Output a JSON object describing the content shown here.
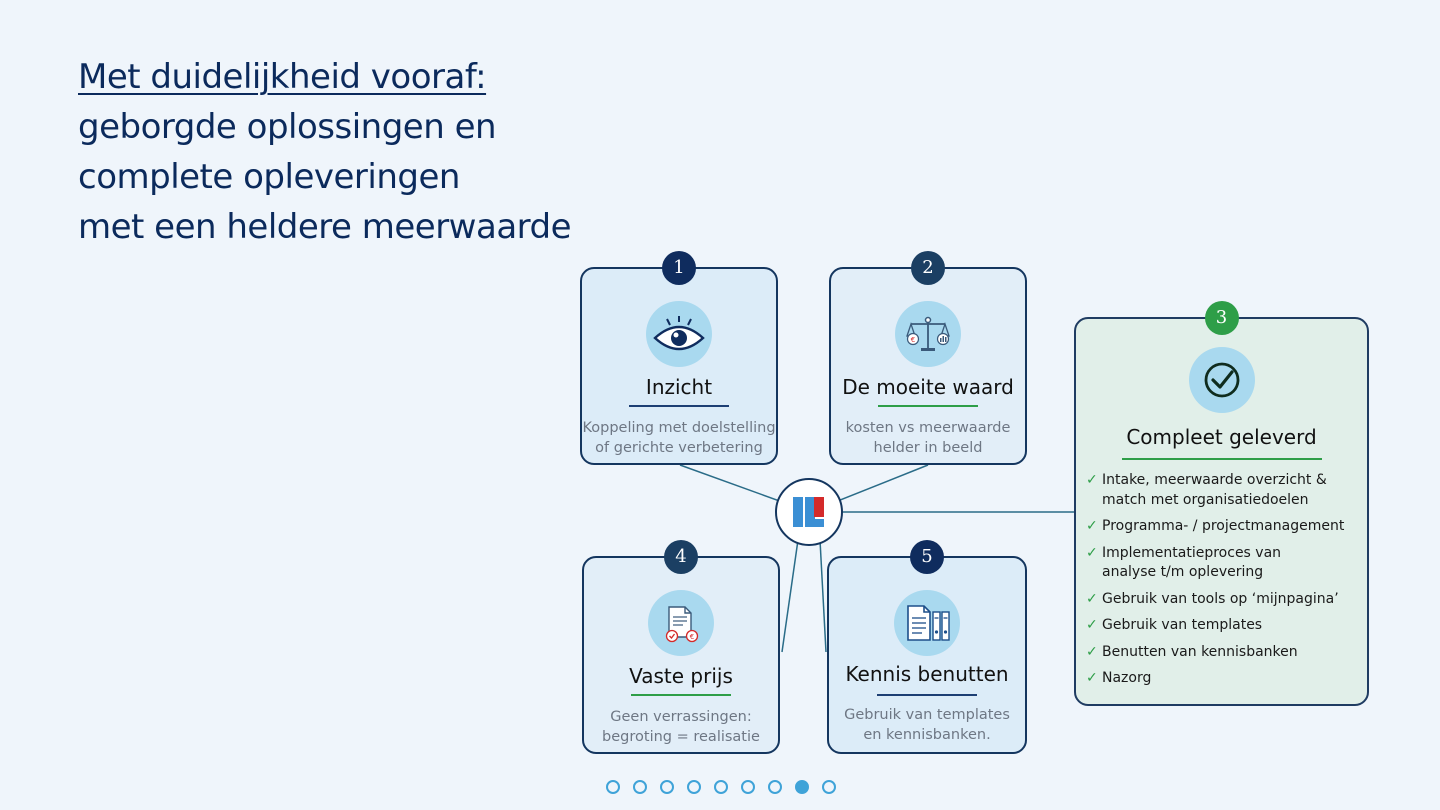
{
  "headline": {
    "line1": "Met duidelijkheid vooraf:",
    "line2": "geborgde oplossingen en",
    "line3": "complete opleveringen",
    "line4": "met een heldere meerwaarde"
  },
  "cards": [
    {
      "number": "1",
      "title": "Inzicht",
      "desc1": "Koppeling met doelstelling",
      "desc2": "of gerichte verbetering",
      "icon": "eye-icon"
    },
    {
      "number": "2",
      "title": "De moeite waard",
      "desc1": "kosten vs meerwaarde",
      "desc2": "helder in beeld",
      "icon": "scale-icon"
    },
    {
      "number": "3",
      "title": "Compleet geleverd",
      "icon": "check-circle-icon",
      "checklist": [
        {
          "line1": "Intake, meerwaarde overzicht &",
          "line2": "match met organisatiedoelen"
        },
        {
          "line1": "Programma- / projectmanagement",
          "line2": ""
        },
        {
          "line1": "Implementatieproces van",
          "line2": "analyse t/m oplevering"
        },
        {
          "line1": "Gebruik van tools op ‘mijnpagina’",
          "line2": ""
        },
        {
          "line1": "Gebruik van templates",
          "line2": ""
        },
        {
          "line1": "Benutten van kennisbanken",
          "line2": ""
        },
        {
          "line1": "Nazorg",
          "line2": ""
        }
      ]
    },
    {
      "number": "4",
      "title": "Vaste prijs",
      "desc1": "Geen verrassingen:",
      "desc2": "begroting = realisatie",
      "icon": "invoice-icon"
    },
    {
      "number": "5",
      "title": "Kennis benutten",
      "desc1": "Gebruik van templates",
      "desc2": "en kennisbanken.",
      "icon": "document-binders-icon"
    }
  ],
  "checkmark": "✓",
  "pager": {
    "total": 9,
    "active_index": 7
  },
  "colors": {
    "navy": "#0b2a5c",
    "green": "#2e9e48",
    "icon_bg": "#a9d9ef",
    "card_bg": "#dcecf8",
    "green_card_bg": "#e1efe9",
    "logo_blue": "#3b8fd4",
    "logo_red": "#d42a2a"
  }
}
